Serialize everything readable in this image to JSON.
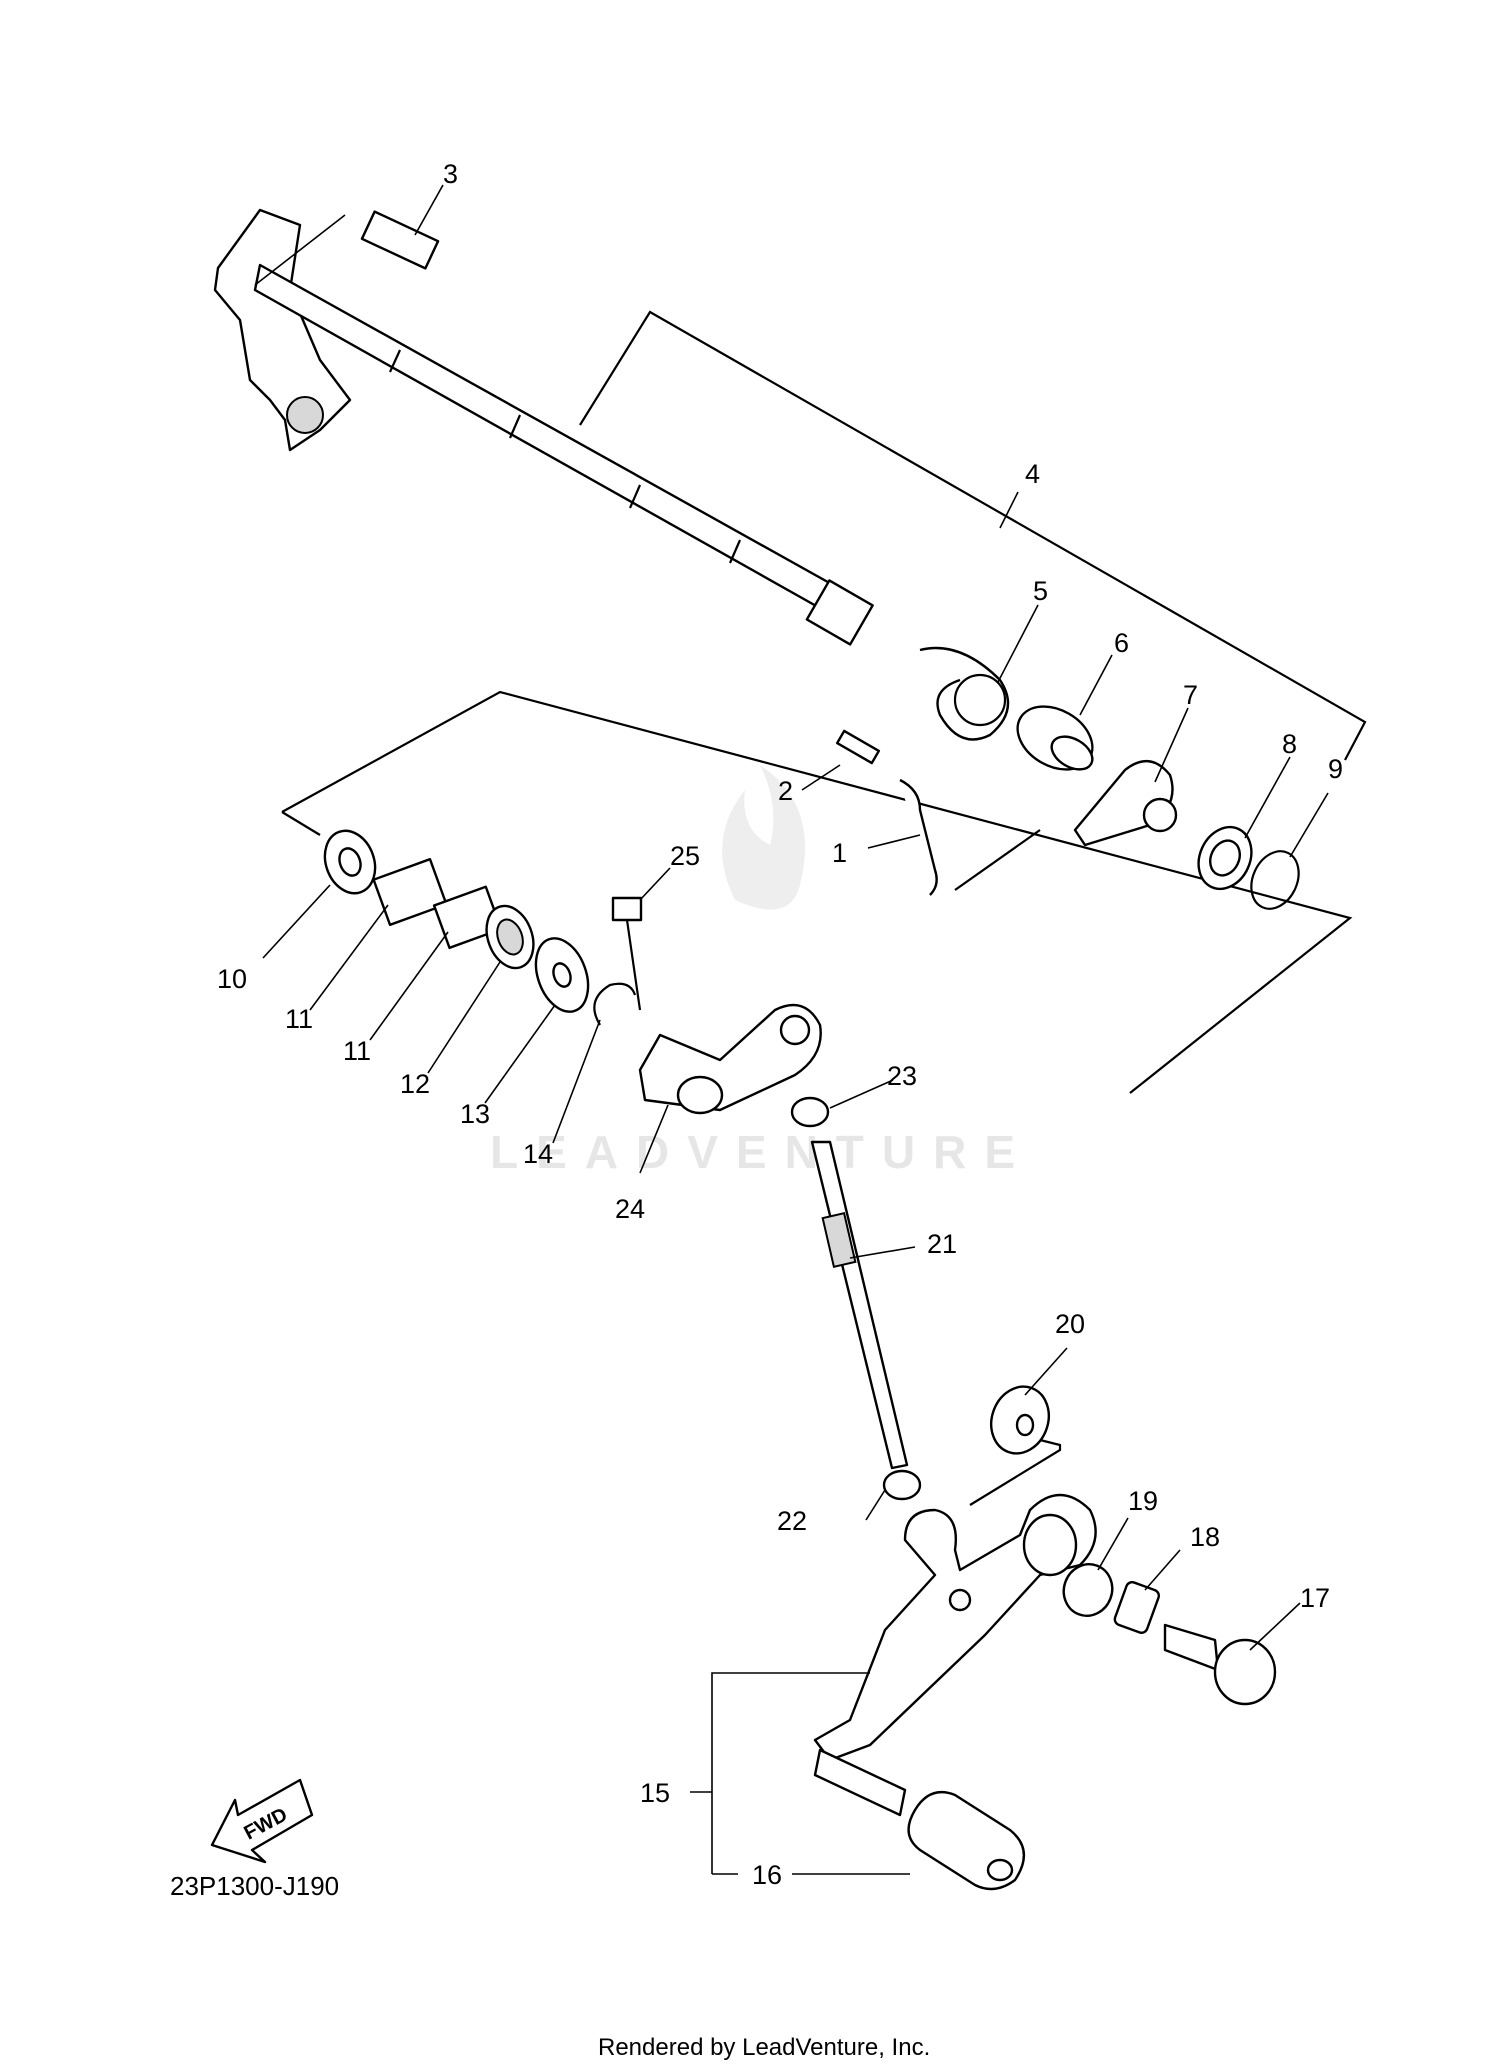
{
  "diagram": {
    "code": "23P1300-J190",
    "credit": "Rendered by LeadVenture, Inc.",
    "watermark": "LEADVENTURE",
    "fwd_label": "FWD",
    "callouts": [
      "1",
      "2",
      "3",
      "4",
      "5",
      "6",
      "7",
      "8",
      "9",
      "10",
      "11",
      "11",
      "12",
      "13",
      "14",
      "15",
      "16",
      "17",
      "18",
      "19",
      "20",
      "21",
      "22",
      "23",
      "24",
      "25"
    ]
  }
}
